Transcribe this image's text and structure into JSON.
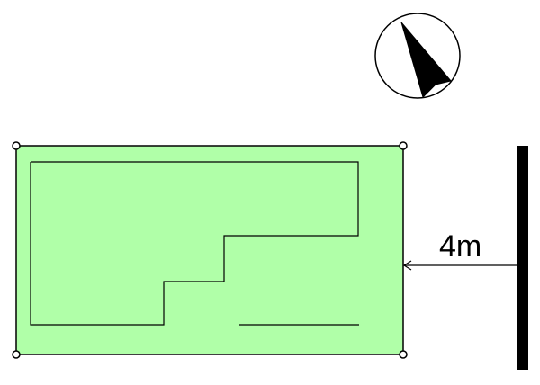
{
  "site_plan": {
    "lot": {
      "fill_color": "#b0ffa8",
      "stroke_color": "#000000"
    },
    "corner_markers": {
      "fill_color": "#ffffff",
      "stroke_color": "#000000",
      "count": 4
    },
    "building_outline": {
      "stroke_color": "#000000"
    },
    "road": {
      "color": "#000000"
    },
    "setback": {
      "label": "4m",
      "value": 4,
      "unit": "m"
    },
    "north_arrow": {
      "icon": "north-arrow-icon",
      "fill_color": "#000000",
      "circle_color": "#000000"
    }
  }
}
